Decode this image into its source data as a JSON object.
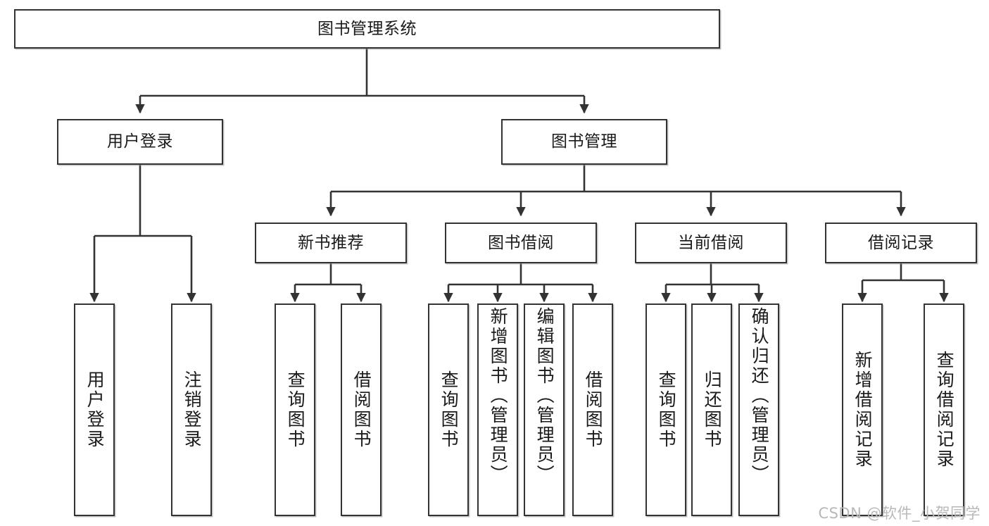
{
  "diagram": {
    "type": "tree-hierarchy",
    "title": "图书管理系统",
    "watermark": "CSDN @软件_小贺同学",
    "colors": {
      "border": "#333333",
      "background": "#ffffff",
      "text": "#1a1a1a",
      "watermark": "#b9b9b9"
    },
    "root": {
      "label": "图书管理系统"
    },
    "level2": [
      {
        "label": "用户登录"
      },
      {
        "label": "图书管理"
      }
    ],
    "level3": [
      {
        "label": "新书推荐"
      },
      {
        "label": "图书借阅"
      },
      {
        "label": "当前借阅"
      },
      {
        "label": "借阅记录"
      }
    ],
    "leaves": {
      "user_login": [
        {
          "label": "用户登录"
        },
        {
          "label": "注销登录"
        }
      ],
      "new_book": [
        {
          "label": "查询图书"
        },
        {
          "label": "借阅图书"
        }
      ],
      "book_borrow": [
        {
          "label": "查询图书"
        },
        {
          "label": "新增图书（管理员）"
        },
        {
          "label": "编辑图书（管理员）"
        },
        {
          "label": "借阅图书"
        }
      ],
      "current_borrow": [
        {
          "label": "查询图书"
        },
        {
          "label": "归还图书"
        },
        {
          "label": "确认归还（管理员）"
        }
      ],
      "borrow_record": [
        {
          "label": "新增借阅记录"
        },
        {
          "label": "查询借阅记录"
        }
      ]
    }
  }
}
